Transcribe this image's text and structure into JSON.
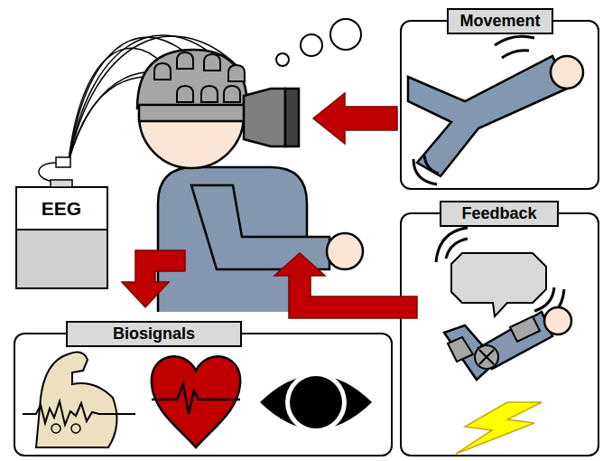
{
  "diagram": {
    "nodes": [
      {
        "text": [
          "Movement"
        ]
      },
      {
        "text": [
          "EEG"
        ]
      },
      {
        "text": [
          "Feedback"
        ]
      },
      {
        "text": [
          "Biosignals"
        ]
      }
    ]
  }
}
